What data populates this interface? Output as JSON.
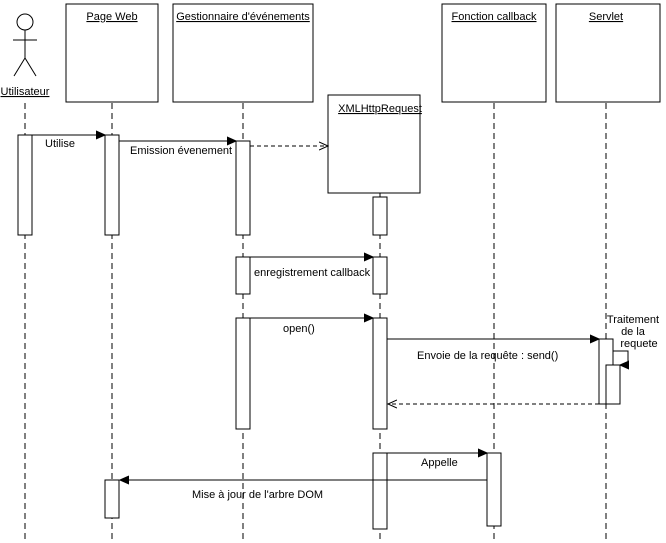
{
  "participants": {
    "utilisateur": "Utilisateur",
    "page_web": "Page Web",
    "gestionnaire": "Gestionnaire d'événements",
    "xhr": "XMLHttpRequest",
    "callback": "Fonction callback",
    "servlet": "Servlet"
  },
  "messages": {
    "utilise": "Utilise",
    "emission": "Emission évenement",
    "enregistrement": "enregistrement callback",
    "open": "open()",
    "envoie": "Envoie de la requête : send()",
    "appelle": "Appelle",
    "mise_a_jour": "Mise à jour de l'arbre DOM"
  },
  "notes": {
    "traitement_line1": "Traitement",
    "traitement_line2": "de la",
    "traitement_line3": "requete"
  }
}
